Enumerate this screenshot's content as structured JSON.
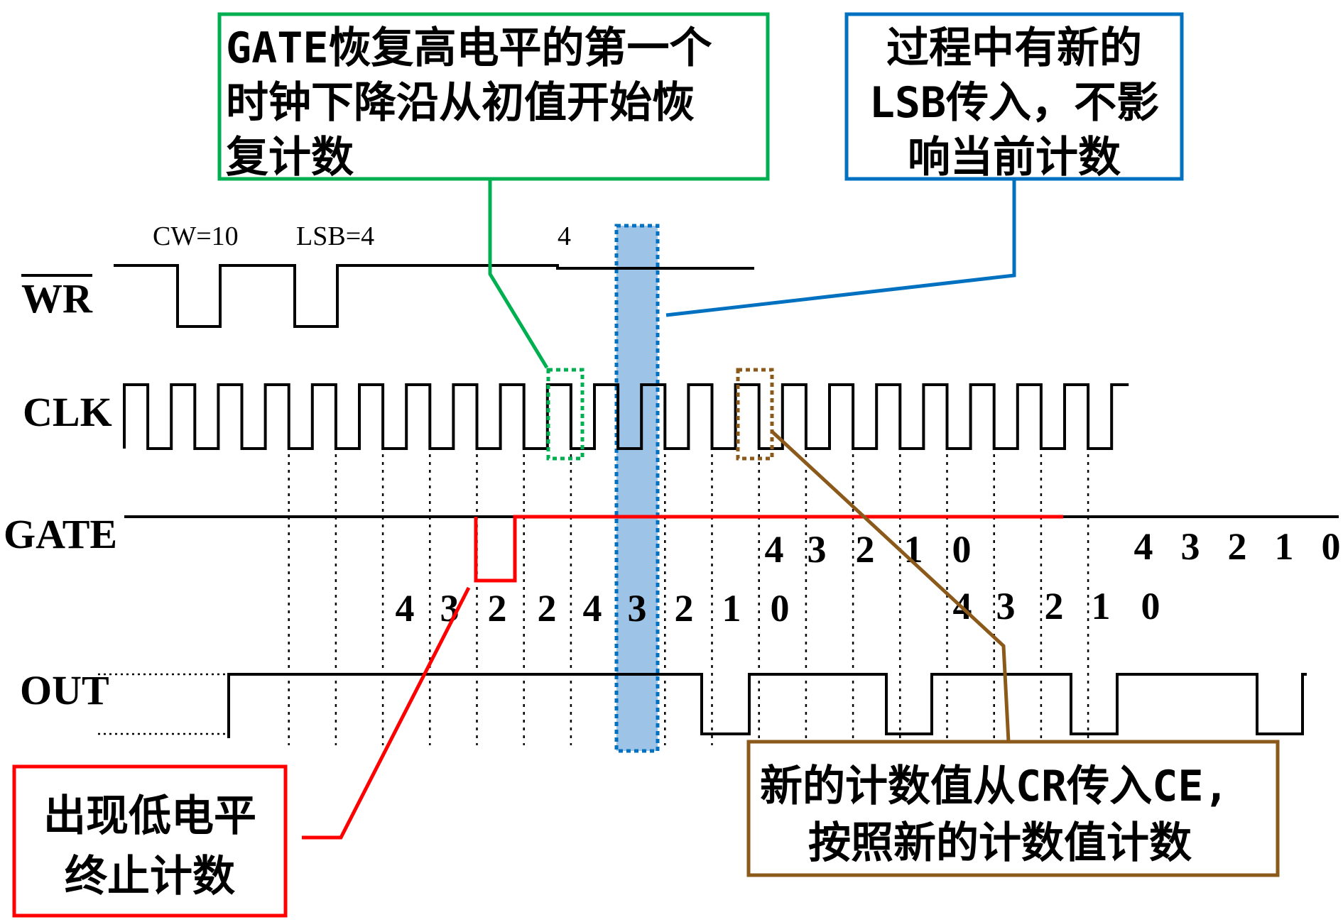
{
  "signals": {
    "wr": "WR",
    "clk": "CLK",
    "gate": "GATE",
    "out": "OUT"
  },
  "wr_annotations": {
    "cw": "CW=10",
    "lsb": "LSB=4",
    "new_lsb": "4"
  },
  "count_row_upper_1": [
    "4",
    "3",
    "2",
    "1",
    "0"
  ],
  "count_row_upper_2": [
    "4",
    "3",
    "2",
    "1",
    "0"
  ],
  "count_row_lower_1": [
    "4",
    "3",
    "2",
    "2",
    "4",
    "3",
    "2",
    "1",
    "0"
  ],
  "count_row_lower_2": [
    "4",
    "3",
    "2",
    "1",
    "0"
  ],
  "notes": {
    "green": [
      "GATE恢复高电平的第一个",
      "时钟下降沿从初值开始恢",
      "复计数"
    ],
    "blue": [
      "过程中有新的",
      "LSB传入，不影",
      "响当前计数"
    ],
    "red": [
      "出现低电平",
      "终止计数"
    ],
    "brown": [
      "新的计数值从CR传入CE,",
      "按照新的计数值计数"
    ]
  },
  "colors": {
    "green": "#00b050",
    "blue": "#0070c0",
    "red": "#ff0000",
    "brown": "#8b5a1a",
    "highlight": "#9dc3e6"
  }
}
